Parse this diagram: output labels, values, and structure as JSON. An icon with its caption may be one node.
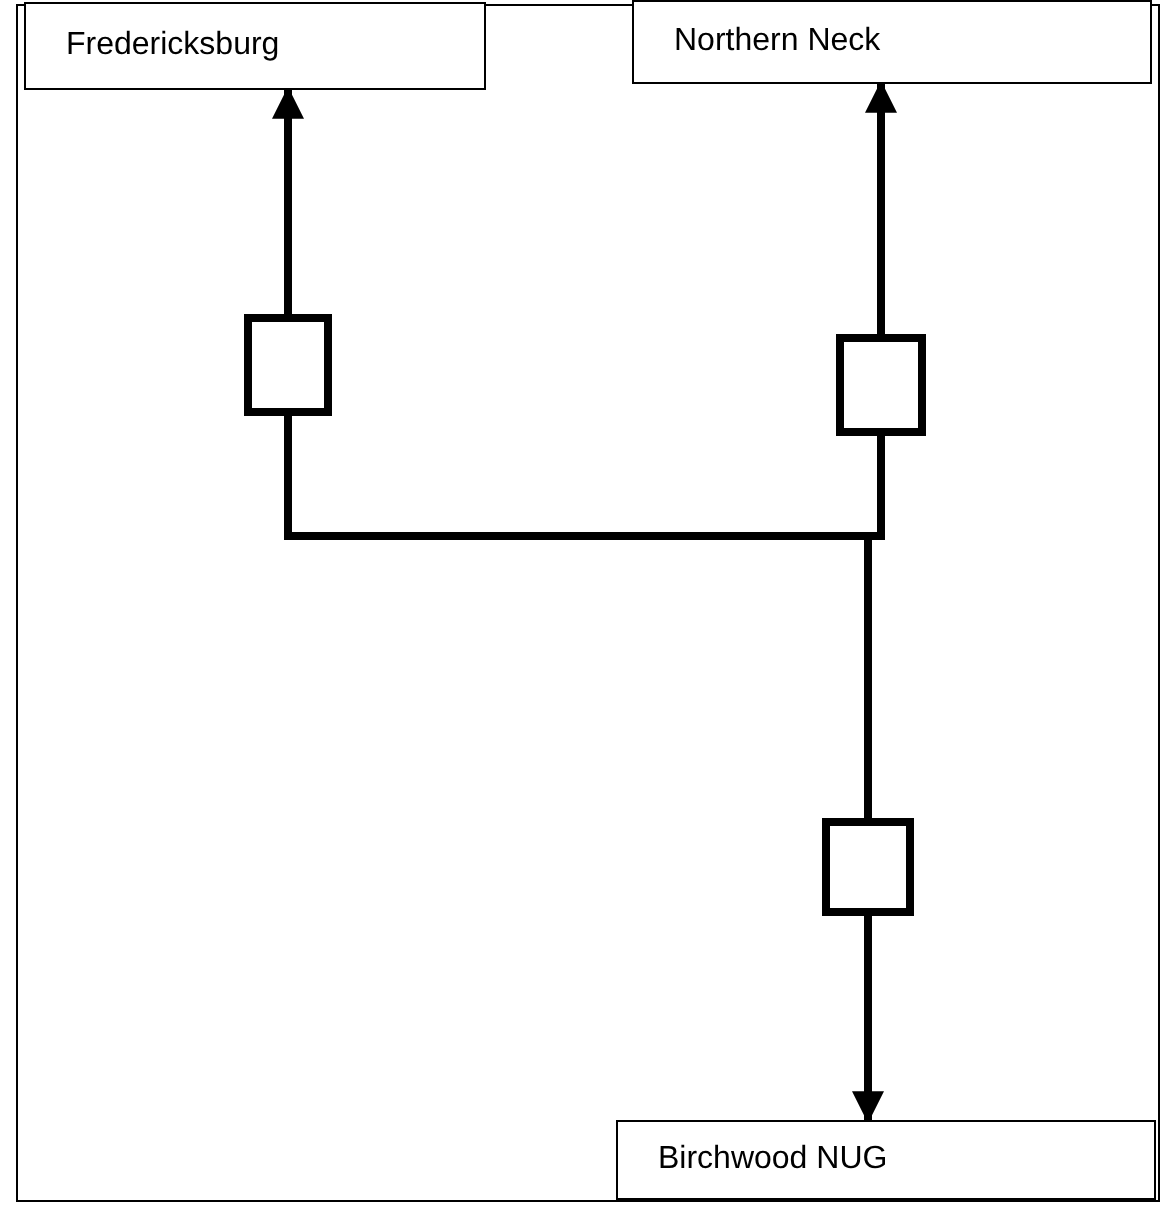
{
  "diagram": {
    "nodes": [
      {
        "text": [
          "Fredericksburg"
        ]
      },
      {
        "text": [
          "Northern Neck"
        ]
      },
      {
        "text": [],
        "shape": "box"
      },
      {
        "text": [],
        "shape": "box"
      },
      {
        "text": [],
        "shape": "box"
      },
      {
        "text": [
          "Birchwood NUG"
        ]
      }
    ],
    "edges": [
      {
        "from": 2,
        "to": 0,
        "arrow": "to"
      },
      {
        "from": 3,
        "to": 1,
        "arrow": "to"
      },
      {
        "from": 4,
        "to": 2,
        "arrow": "none"
      },
      {
        "from": 4,
        "to": 3,
        "arrow": "none"
      },
      {
        "from": 4,
        "to": 5,
        "arrow": "to"
      }
    ]
  }
}
